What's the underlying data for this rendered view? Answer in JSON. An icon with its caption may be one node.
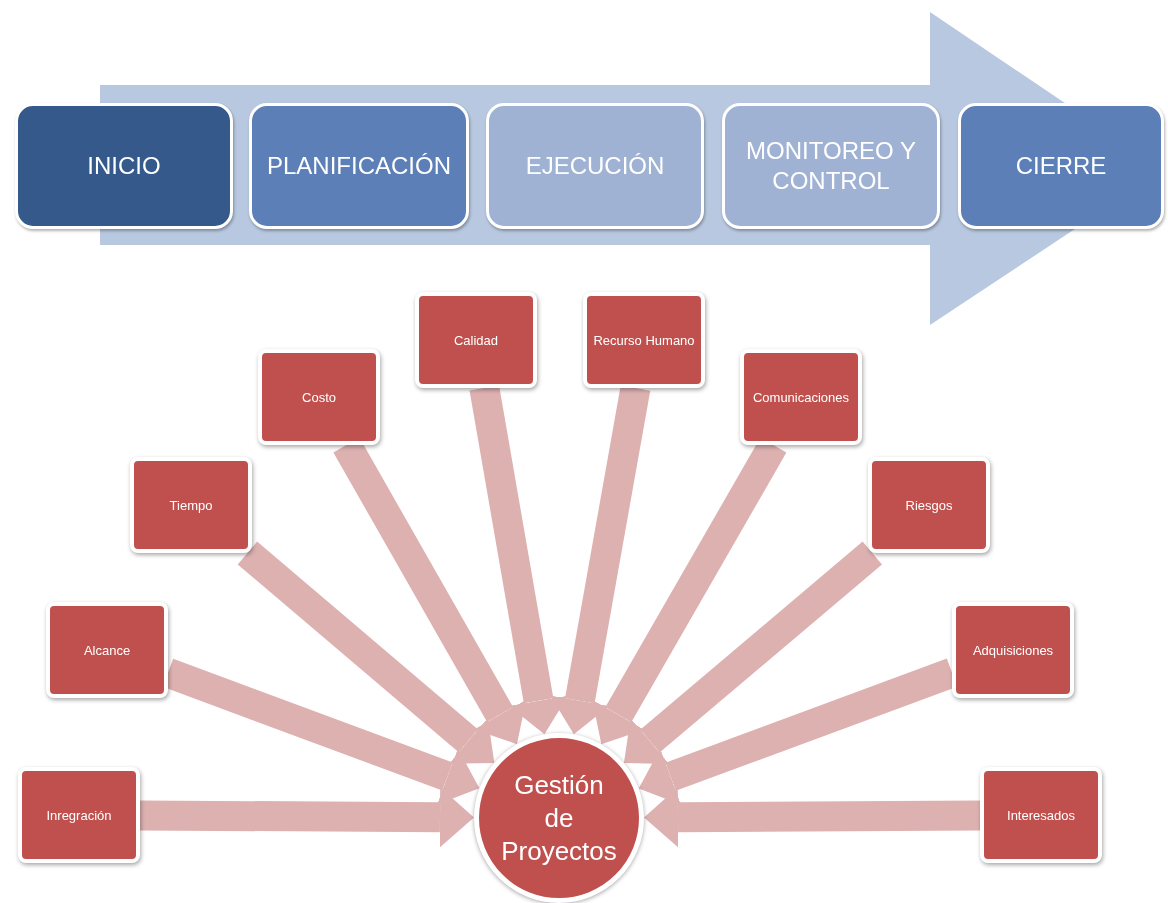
{
  "diagram": {
    "nodes": [
      {
        "text": [
          "INICIO"
        ]
      },
      {
        "text": [
          "PLANIFICACIÓN"
        ]
      },
      {
        "text": [
          "EJECUCIÓN"
        ]
      },
      {
        "text": [
          "MONITOREO Y CONTROL"
        ]
      },
      {
        "text": [
          "CIERRE"
        ]
      },
      {
        "text": [
          "Inregración"
        ]
      },
      {
        "text": [
          "Alcance"
        ]
      },
      {
        "text": [
          "Tiempo"
        ]
      },
      {
        "text": [
          "Costo"
        ]
      },
      {
        "text": [
          "Calidad"
        ]
      },
      {
        "text": [
          "Recurso Humano"
        ]
      },
      {
        "text": [
          "Comunicaciones"
        ]
      },
      {
        "text": [
          "Riesgos"
        ]
      },
      {
        "text": [
          "Adquisiciones"
        ]
      },
      {
        "text": [
          "Interesados"
        ]
      },
      {
        "text": [
          "Gestión de Proyectos"
        ]
      }
    ],
    "edges": [
      {
        "from": 0,
        "to": 4,
        "arrow": "to"
      },
      {
        "from": 5,
        "to": 15,
        "arrow": "to"
      },
      {
        "from": 6,
        "to": 15,
        "arrow": "to"
      },
      {
        "from": 7,
        "to": 15,
        "arrow": "to"
      },
      {
        "from": 8,
        "to": 15,
        "arrow": "to"
      },
      {
        "from": 9,
        "to": 15,
        "arrow": "to"
      },
      {
        "from": 10,
        "to": 15,
        "arrow": "to"
      },
      {
        "from": 11,
        "to": 15,
        "arrow": "to"
      },
      {
        "from": 12,
        "to": 15,
        "arrow": "to"
      },
      {
        "from": 13,
        "to": 15,
        "arrow": "to"
      },
      {
        "from": 14,
        "to": 15,
        "arrow": "to"
      }
    ]
  }
}
